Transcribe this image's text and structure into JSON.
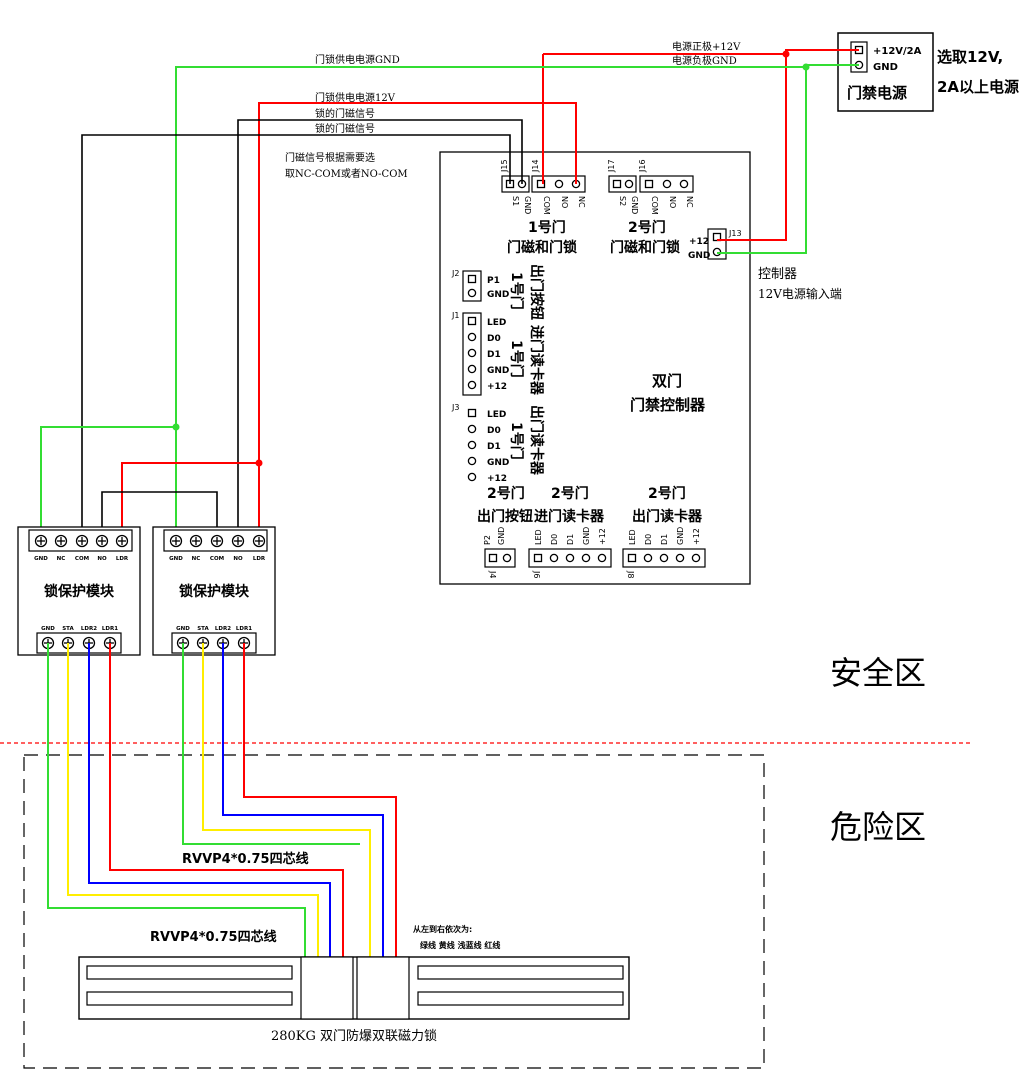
{
  "power_supply": {
    "label_12v": "+12V/2A",
    "label_gnd": "GND",
    "title": "门禁电源",
    "note_line1": "选取12V,",
    "note_line2": "2A以上电源"
  },
  "wire_labels": {
    "pos12": "电源正极+12V",
    "neg": "电源负极GND",
    "lock_gnd": "门锁供电电源GND",
    "lock_12v": "门锁供电电源12V",
    "mag_signal_1": "锁的门磁信号",
    "mag_signal_2": "锁的门磁信号",
    "mag_note_1": "门磁信号根据需要选",
    "mag_note_2": "取NC-COM或者NO-COM"
  },
  "controller": {
    "title_1": "双门",
    "title_2": "门禁控制器",
    "power_in_1": "控制器",
    "power_in_2": "12V电源输入端",
    "j13": "J13",
    "j13_12": "+12",
    "j13_gnd": "GND",
    "door1_lock_1": "1号门",
    "door1_lock_2": "门磁和门锁",
    "door2_lock_1": "2号门",
    "door2_lock_2": "门磁和门锁",
    "j15": "J15",
    "j14": "J14",
    "j17": "J17",
    "j16": "J16",
    "j15_pins": [
      "S1",
      "GND"
    ],
    "j14_pins": [
      "COM",
      "NO",
      "NC"
    ],
    "j17_pins": [
      "S2",
      "GND"
    ],
    "j16_pins": [
      "COM",
      "NO",
      "NC"
    ],
    "j2": "J2",
    "j2_pins": [
      "P1",
      "GND"
    ],
    "j1": "J1",
    "j1_pins": [
      "LED",
      "D0",
      "D1",
      "GND",
      "+12"
    ],
    "j3": "J3",
    "j3_pins": [
      "LED",
      "D0",
      "D1",
      "GND",
      "+12"
    ],
    "exit_btn_1_a": "1号门",
    "exit_btn_1_b": "出门按钮",
    "entry_reader_1_a": "1号门",
    "entry_reader_1_b": "进门读卡器",
    "exit_reader_1_a": "1号门",
    "exit_reader_1_b": "出门读卡器",
    "exit_btn_2_a": "2号门",
    "exit_btn_2_b": "出门按钮",
    "entry_reader_2_a": "2号门",
    "entry_reader_2_b": "进门读卡器",
    "exit_reader_2_a": "2号门",
    "exit_reader_2_b": "出门读卡器",
    "j4": "J4",
    "j4_pins": [
      "P2",
      "GND"
    ],
    "j6": "J6",
    "j6_pins": [
      "LED",
      "D0",
      "D1",
      "GND",
      "+12"
    ],
    "j8": "J8",
    "j8_pins": [
      "LED",
      "D0",
      "D1",
      "GND",
      "+12"
    ]
  },
  "modules": [
    {
      "title": "锁保护模块",
      "top_pins": [
        "GND",
        "NC",
        "COM",
        "NO",
        "LDR"
      ],
      "bottom_pins": [
        "GND",
        "STA",
        "LDR2",
        "LDR1"
      ]
    },
    {
      "title": "锁保护模块",
      "top_pins": [
        "GND",
        "NC",
        "COM",
        "NO",
        "LDR"
      ],
      "bottom_pins": [
        "GND",
        "STA",
        "LDR2",
        "LDR1"
      ]
    }
  ],
  "zones": {
    "safe": "安全区",
    "danger": "危险区"
  },
  "cables": {
    "cable_a": "RVVP4*0.75四芯线",
    "cable_b": "RVVP4*0.75四芯线",
    "order_title": "从左到右依次为:",
    "order_colors": "绿线  黄线  浅蓝线  红线"
  },
  "maglock": {
    "label": "280KG 双门防爆双联磁力锁"
  },
  "colors": {
    "red": "#ff0000",
    "green": "#33dd33",
    "blue": "#0000ff",
    "yellow": "#ffee00",
    "black": "#000000"
  }
}
